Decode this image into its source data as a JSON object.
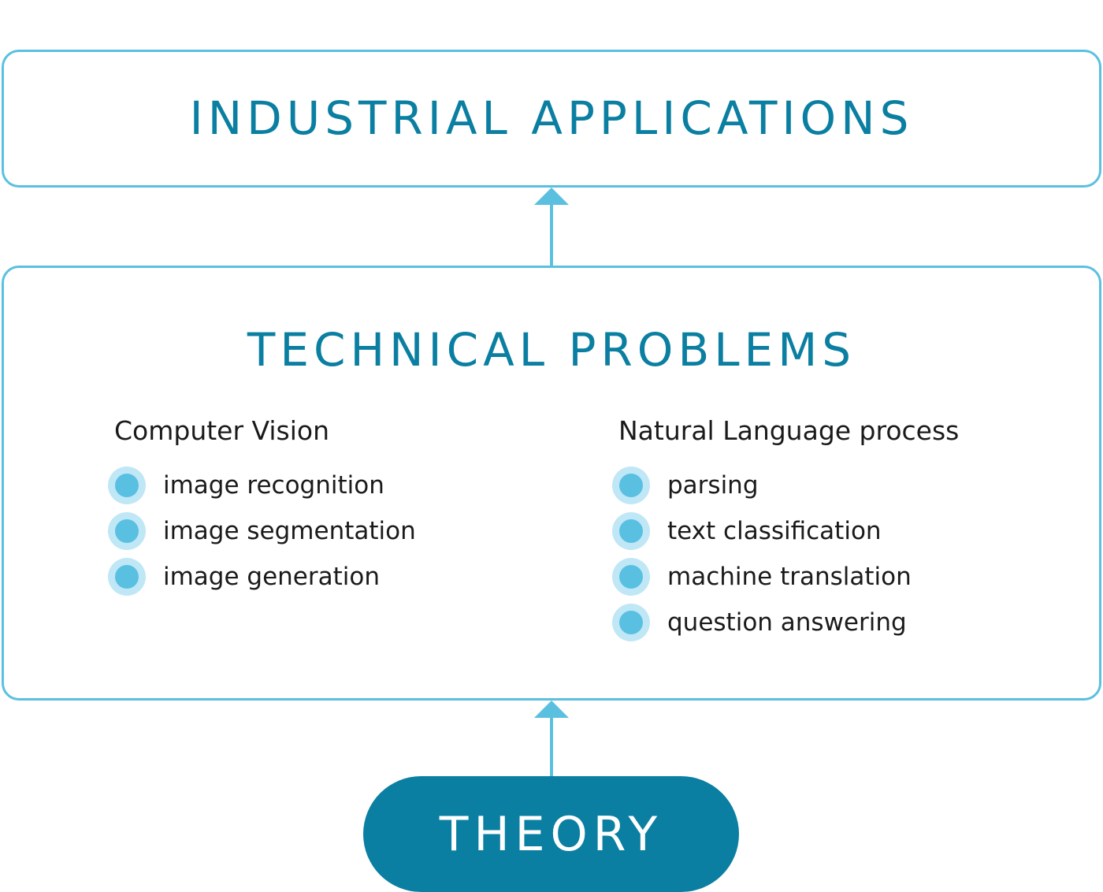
{
  "industrial": {
    "title": "INDUSTRIAL APPLICATIONS"
  },
  "technical": {
    "title": "TECHNICAL PROBLEMS",
    "groups": [
      {
        "heading": "Computer Vision",
        "items": [
          "image recognition",
          "image segmentation",
          "image generation"
        ]
      },
      {
        "heading": "Natural Language process",
        "items": [
          "parsing",
          "text classification",
          "machine translation",
          "question answering"
        ]
      }
    ]
  },
  "theory": {
    "label": "THEORY"
  },
  "colors": {
    "border": "#5bc0e0",
    "title_text": "#0a7fa1",
    "pill_fill": "#0a7fa1",
    "bullet_outer": "#bfe7f6",
    "bullet_inner": "#59c0e2",
    "arrow": "#5bc0e0"
  },
  "icons": {
    "arrow": "arrow-up-icon",
    "bullet": "bullet-dot-icon"
  }
}
